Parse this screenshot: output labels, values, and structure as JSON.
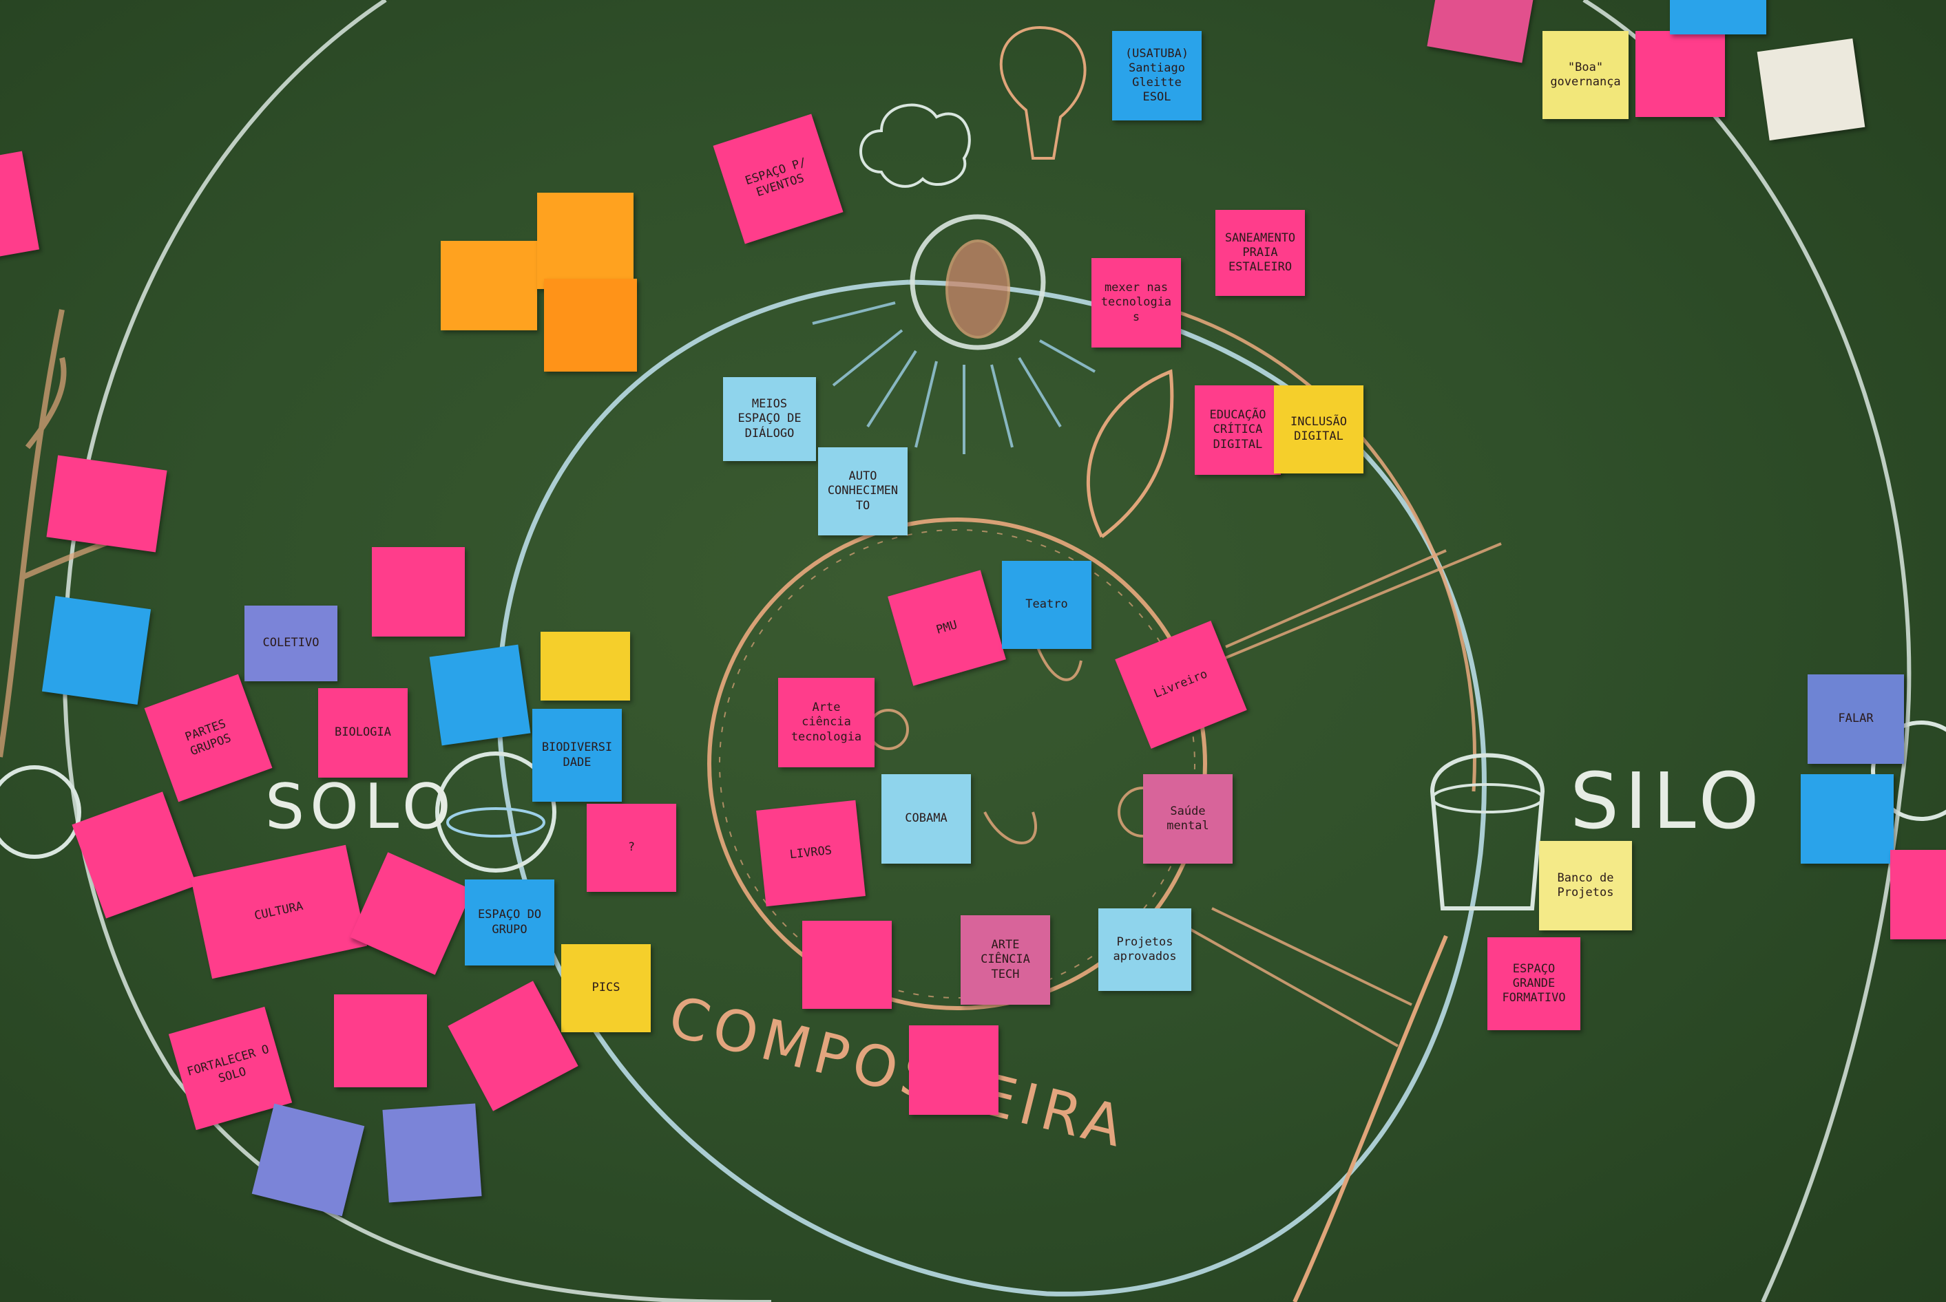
{
  "labels": {
    "solo": "SOLO",
    "silo": "SILO",
    "composteira": "COMPOSTEIRA"
  },
  "notes": {
    "espaco_eventos": "ESPAÇO P/ EVENTOS",
    "usina_santiago": "(USATUBA) Santiago Gleitte ESOL",
    "saneamento": "SANEAMENTO PRAIA ESTALEIRO",
    "mexer_tecnologias": "mexer nas tecnologias",
    "educacao_digital": "EDUCAÇÃO CRÍTICA DIGITAL",
    "inclusao_digital": "INCLUSÃO DIGITAL",
    "meios_dialogo": "MEIOS ESPAÇO DE DIÁLOGO",
    "auto_conhecimento": "AUTO CONHECIMENTO",
    "pmu": "PMU",
    "teatro": "Teatro",
    "arte_ciencia_tecnologia": "Arte ciência tecnologia",
    "livreiro": "Livreiro",
    "cobama": "COBAMA",
    "livros": "LIVROS",
    "saude_mental": "Saúde mental",
    "arte_ciencia_tech": "ARTE CIÊNCIA TECH",
    "projetos_aprovados": "Projetos aprovados",
    "solo_bio": "BIOLOGIA",
    "biodiversidade": "BIODIVERSIDADE",
    "question": "?",
    "pics": "PICS",
    "partes_grupos": "PARTES GRUPOS",
    "coletivo": "COLETIVO",
    "espaco_grupo": "ESPAÇO DO GRUPO",
    "gerar_cultura": "CULTURA",
    "fortalecer_solo": "FORTALECER O SOLO",
    "boa_governanca": "\"Boa\" governança",
    "banco_projetos": "Banco de Projetos",
    "espaco_formativo": "ESPAÇO GRANDE FORMATIVO",
    "falar": "FALAR"
  },
  "colors": {
    "board": "#2f4f27",
    "chalk_white": "#d9e6df",
    "chalk_orange": "#e0a57a",
    "chalk_blue": "#9dd0e8",
    "note_pink": "#ff3d8b",
    "note_orange": "#ffa21f",
    "note_yellow": "#f5cf2b",
    "note_blue": "#2aa3ea",
    "note_light_blue": "#8fd4ec",
    "note_purple": "#7b84d8"
  }
}
